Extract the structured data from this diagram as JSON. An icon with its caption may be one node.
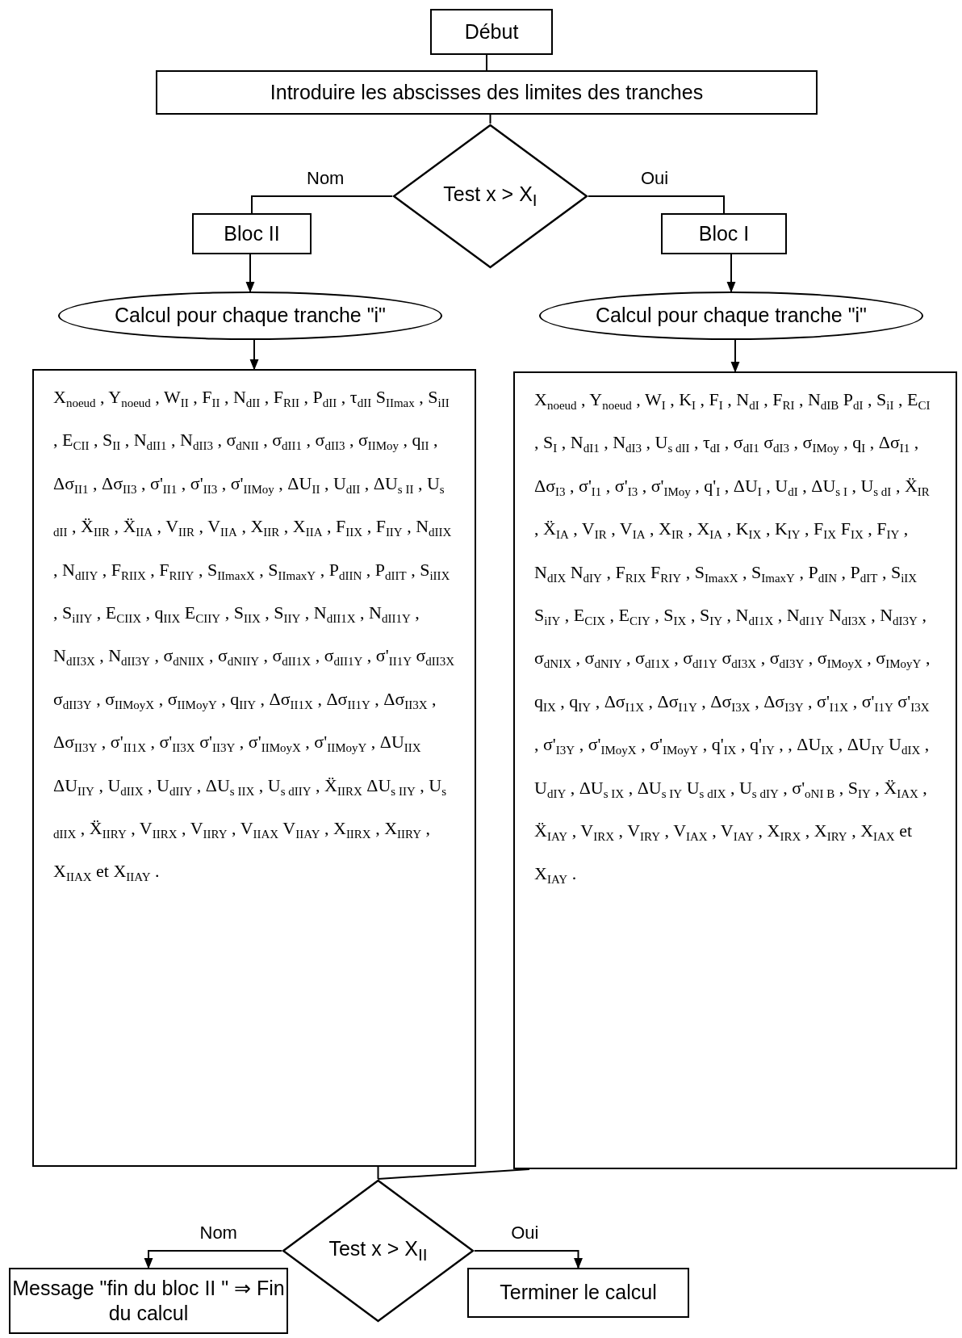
{
  "diagram": {
    "nodes": [
      {
        "text": [
          "Début"
        ]
      },
      {
        "text": [
          "Introduire les abscisses des limites des tranches"
        ]
      },
      {
        "text": [
          "Test x > X$_{I}$"
        ]
      },
      {
        "text": [
          "Bloc II"
        ]
      },
      {
        "text": [
          "Bloc I"
        ]
      },
      {
        "text": [
          "Calcul pour chaque tranche \"i\""
        ]
      },
      {
        "text": [
          "Calcul pour chaque tranche \"i\""
        ]
      },
      {
        "text": [
          "X$_{noeud}$ , Y$_{noeud}$ , W$_{II}$ , F$_{II}$ , N$_{dII}$ , F$_{RII}$ , P$_{dII}$ , τ$_{dII}$ S$_{IImax}$ , S$_{iII}$ , E$_{CII}$ , S$_{II}$ , N$_{dII1}$ , N$_{dII3}$ , σ$_{dNII}$ , σ$_{dII1}$ , σ$_{dII3}$ , σ$_{IIMoy}$ , q$_{II}$ , Δσ$_{II1}$ , Δσ$_{II3}$ , σ'$_{II1}$ , σ'$_{II3}$ , σ'$_{IIMoy}$ , ΔU$_{II}$ , U$_{dII}$ , ΔU$_{s II}$ , U$_{s dII}$ , Ẍ$_{IIR}$ , Ẍ$_{IIA}$ , V$_{IIR}$ , V$_{IIA}$ , X$_{IIR}$ , X$_{IIA}$ , F$_{IIX}$ , F$_{IIY}$ , N$_{dIIX}$ , N$_{dIIY}$ , F$_{RIIX}$ , F$_{RIIY}$ , S$_{IImaxX}$ , S$_{IImaxY}$ , P$_{dIIN}$ , P$_{dIIT}$ , S$_{iIIX}$ , S$_{iIIY}$ , E$_{CIIX}$ , q$_{IIX}$ E$_{CIIY}$ , S$_{IIX}$ , S$_{IIY}$ , N$_{dII1X}$ , N$_{dII1Y}$ , N$_{dII3X}$ , N$_{dII3Y}$ , σ$_{dNIIX}$ , σ$_{dNIIY}$ , σ$_{dII1X}$ , σ$_{dII1Y}$ , σ'$_{II1Y}$ σ$_{dII3X}$ σ$_{dII3Y}$ , σ$_{IIMoyX}$ , σ$_{IIMoyY}$ , q$_{IIY}$ , Δσ$_{II1X}$ , Δσ$_{II1Y}$ , Δσ$_{II3X}$ , Δσ$_{II3Y}$ , σ'$_{II1X}$ , σ'$_{II3X}$ σ'$_{II3Y}$ , σ'$_{IIMoyX}$ , σ'$_{IIMoyY}$ , ΔU$_{IIX}$ ΔU$_{IIY}$ , U$_{dIIX}$ , U$_{dIIY}$ , ΔU$_{s IIX}$ , U$_{s dIIY}$ , Ẍ$_{IIRX}$ ΔU$_{s IIY}$ , U$_{s dIIX}$ , Ẍ$_{IIRY}$ , V$_{IIRX}$ , V$_{IIRY}$ , V$_{IIAX}$ V$_{IIAY}$ , X$_{IIRX}$ , X$_{IIRY}$ , X$_{IIAX}$ et X$_{IIAY}$ ."
        ]
      },
      {
        "text": [
          "X$_{noeud}$ , Y$_{noeud}$ , W$_{I}$ , K$_{I}$ , F$_{I}$ , N$_{dI}$ , F$_{RI}$ , N$_{dIB}$ P$_{dI}$ , S$_{iI}$ , E$_{CI}$ , S$_{I}$ , N$_{dI1}$ , N$_{dI3}$ , U$_{s dII}$ , τ$_{dI}$ , σ$_{dI1}$ σ$_{dI3}$ , σ$_{IMoy}$ , q$_{I}$ , Δσ$_{I1}$ , Δσ$_{I3}$ , σ'$_{I1}$ , σ'$_{I3}$ , σ'$_{IMoy}$ , q'$_{I}$ , ΔU$_{I}$ , U$_{dI}$ , ΔU$_{s I}$ , U$_{s dI}$ , Ẍ$_{IR}$ , Ẍ$_{IA}$ , V$_{IR}$ , V$_{IA}$ , X$_{IR}$ , X$_{IA}$ , K$_{IX}$ , K$_{IY}$ , F$_{IX}$ F$_{IX}$ , F$_{IY}$ , N$_{dIX}$ N$_{dIY}$ , F$_{RIX}$ F$_{RIY}$ , S$_{ImaxX}$ , S$_{ImaxY}$ , P$_{dIN}$ , P$_{dIT}$ , S$_{iIX}$ S$_{iIY}$ , E$_{CIX}$ , E$_{CIY}$ , S$_{IX}$ , S$_{IY}$ , N$_{dI1X}$ , N$_{dI1Y}$ N$_{dI3X}$ , N$_{dI3Y}$ , σ$_{dNIX}$ , σ$_{dNIY}$ , σ$_{dI1X}$ , σ$_{dI1Y}$ σ$_{dI3X}$ , σ$_{dI3Y}$ , σ$_{IMoyX}$ , σ$_{IMoyY}$ , q$_{IX}$ , q$_{IY}$ , Δσ$_{I1X}$ , Δσ$_{I1Y}$ , Δσ$_{I3X}$ , Δσ$_{I3Y}$ , σ'$_{I1X}$ , σ'$_{I1Y}$ σ'$_{I3X}$ , σ'$_{I3Y}$ , σ'$_{IMoyX}$ , σ'$_{IMoyY}$ , q'$_{IX}$ , q'$_{IY}$ , , ΔU$_{IX}$ , ΔU$_{IY}$ U$_{dIX}$ , U$_{dIY}$ , ΔU$_{s IX}$ , ΔU$_{s IY}$ U$_{s dIX}$ , U$_{s dIY}$ , σ'$_{oNI B}$ , S$_{IY}$ , Ẍ$_{IAX}$ , Ẍ$_{IAY}$ , V$_{IRX}$ , V$_{IRY}$ , V$_{IAX}$ , V$_{IAY}$ , X$_{IRX}$ , X$_{IRY}$ , X$_{IAX}$ et X$_{IAY}$ ."
        ]
      },
      {
        "text": [
          "Test x > X$_{II}$"
        ]
      },
      {
        "text": [
          "Message \"fin du bloc II \" ⇒ Fin du calcul"
        ]
      },
      {
        "text": [
          "Terminer  le calcul"
        ]
      }
    ],
    "edges": [
      {
        "from": 0,
        "to": 1,
        "arrow": "none"
      },
      {
        "from": 1,
        "to": 2,
        "arrow": "none"
      },
      {
        "from": 2,
        "to": 3,
        "arrow": "none",
        "label": "Nom"
      },
      {
        "from": 2,
        "to": 4,
        "arrow": "none",
        "label": "Oui"
      },
      {
        "from": 3,
        "to": 5,
        "arrow": "to"
      },
      {
        "from": 4,
        "to": 6,
        "arrow": "to"
      },
      {
        "from": 5,
        "to": 7,
        "arrow": "to"
      },
      {
        "from": 6,
        "to": 8,
        "arrow": "to"
      },
      {
        "from": 7,
        "to": 9,
        "arrow": "none"
      },
      {
        "from": 8,
        "to": 9,
        "arrow": "none"
      },
      {
        "from": 9,
        "to": 10,
        "arrow": "to",
        "label": "Nom"
      },
      {
        "from": 9,
        "to": 11,
        "arrow": "to",
        "label": "Oui"
      }
    ]
  }
}
